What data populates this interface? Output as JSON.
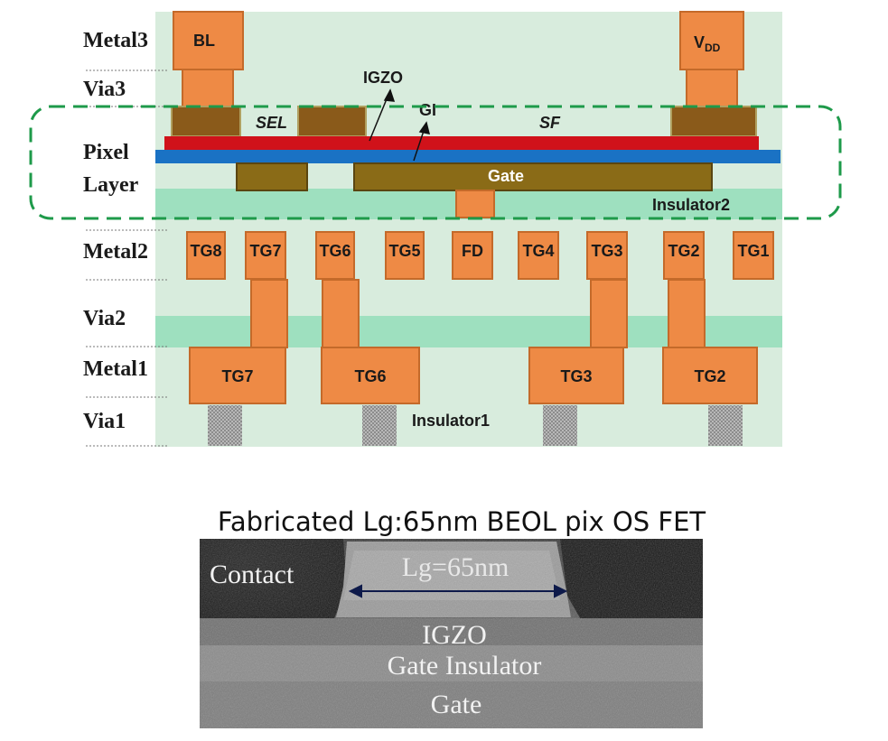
{
  "layer_labels": {
    "metal3": "Metal3",
    "via3": "Via3",
    "pixel": "Pixel",
    "layer": "Layer",
    "metal2": "Metal2",
    "via2": "Via2",
    "metal1": "Metal1",
    "via1": "Via1"
  },
  "metal3": {
    "bl": "BL",
    "vdd_main": "V",
    "vdd_sub": "DD"
  },
  "pixel_layer": {
    "igzo": "IGZO",
    "gi": "GI",
    "sel": "SEL",
    "sf": "SF",
    "gate": "Gate",
    "insulator2": "Insulator2"
  },
  "metal2": [
    "TG8",
    "TG7",
    "TG6",
    "TG5",
    "FD",
    "TG4",
    "TG3",
    "TG2",
    "TG1"
  ],
  "metal1": [
    "TG7",
    "TG6",
    "TG3",
    "TG2"
  ],
  "insulator1": "Insulator1",
  "caption": "Fabricated Lg:65nm BEOL pix OS FET",
  "tem": {
    "contact": "Contact",
    "lg": "Lg=65nm",
    "igzo": "IGZO",
    "gate_insulator": "Gate Insulator",
    "gate": "Gate"
  },
  "colors": {
    "background": "#d8ecdd",
    "metal": "#ee8a45",
    "metal_border": "#c46a2a",
    "gate": "#8a6b17",
    "igzo_layer": "#d0121a",
    "gi_layer": "#1a72c4",
    "insulator": "#9ee0bf",
    "dashed_box": "#1e9a4a"
  }
}
